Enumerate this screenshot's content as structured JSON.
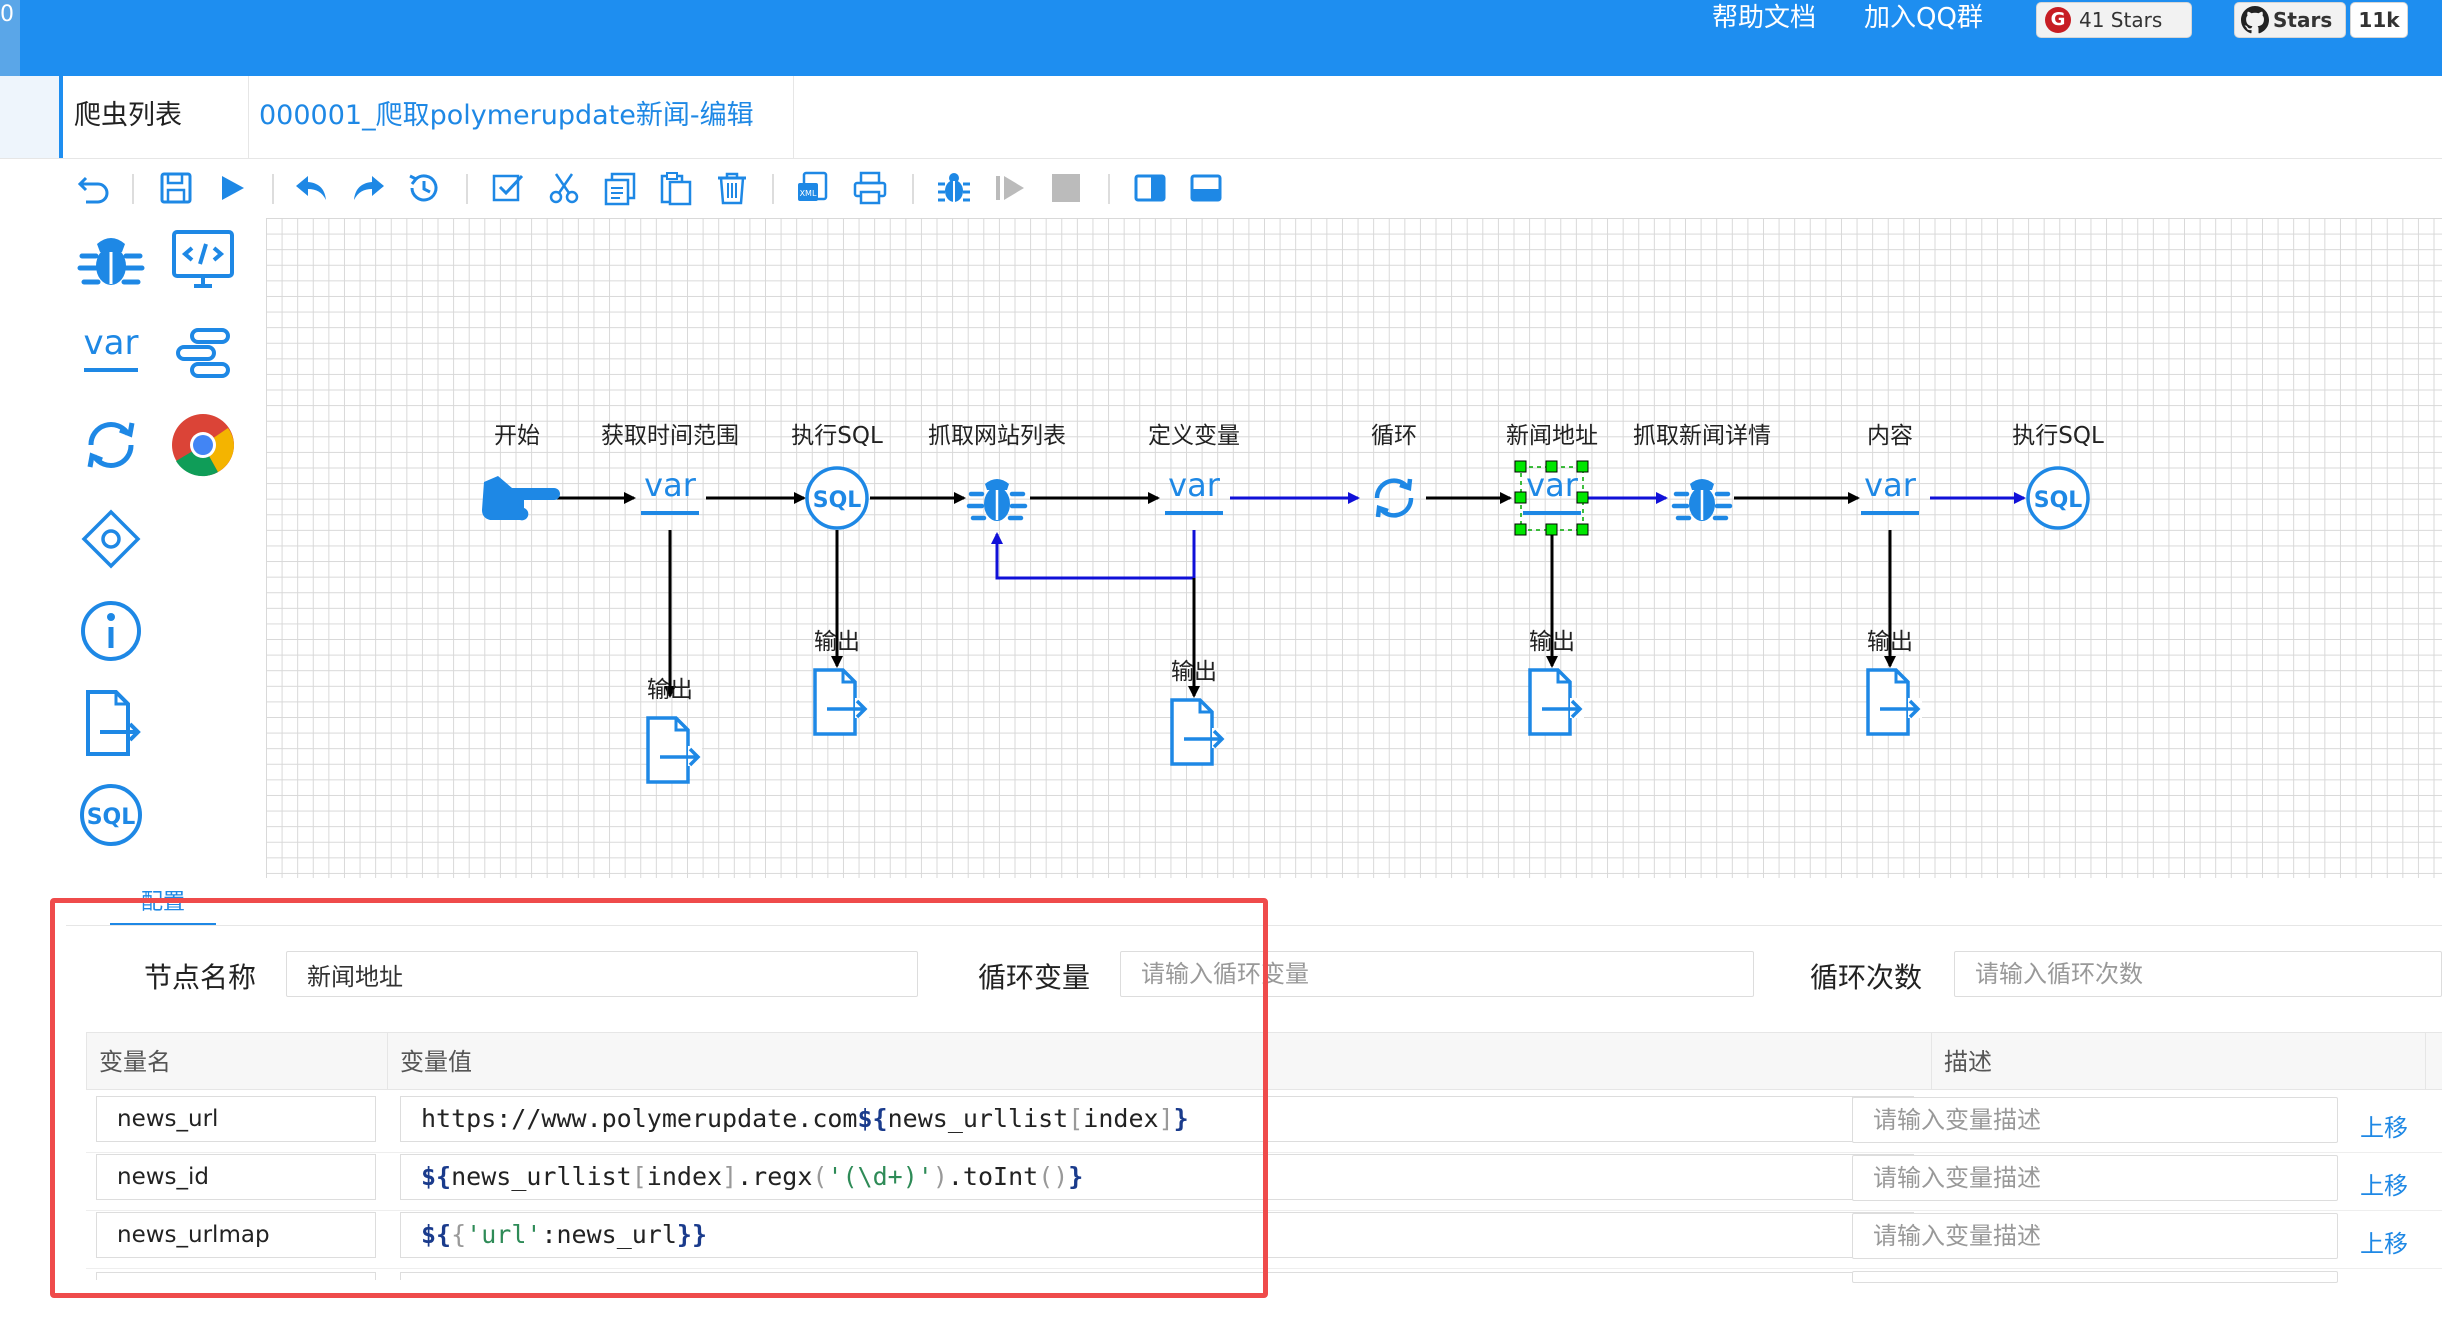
{
  "header": {
    "corner_text": "0",
    "help_docs": "帮助文档",
    "join_qq": "加入QQ群",
    "gitee_stars": "41 Stars",
    "github_label": "Stars",
    "github_count": "11k",
    "brand_color": "#1e8ef0"
  },
  "tabs": {
    "list": "爬虫列表",
    "edit": "000001_爬取polymerupdate新闻-编辑"
  },
  "toolbar": {
    "buttons": [
      "undo-icon",
      "save-icon",
      "run-icon",
      "undo-arrow-icon",
      "redo-arrow-icon",
      "history-icon",
      "select-all-icon",
      "cut-icon",
      "copy-icon",
      "paste-icon",
      "delete-icon",
      "import-icon",
      "print-icon",
      "debug-icon",
      "resume-icon",
      "stop-icon",
      "split-vertical-icon",
      "split-horizontal-icon"
    ]
  },
  "palette": {
    "items": [
      "spider-icon",
      "code-icon",
      "var-icon",
      "link-icon",
      "loop-icon",
      "chrome-icon",
      "condition-icon",
      "info-icon",
      "output-icon",
      "sql-icon"
    ],
    "var_text": "var",
    "sql_text": "SQL"
  },
  "flow": {
    "nodes": [
      {
        "label": "开始"
      },
      {
        "label": "获取时间范围"
      },
      {
        "label": "执行SQL"
      },
      {
        "label": "抓取网站列表"
      },
      {
        "label": "定义变量"
      },
      {
        "label": "循环"
      },
      {
        "label": "新闻地址"
      },
      {
        "label": "抓取新闻详情"
      },
      {
        "label": "内容"
      },
      {
        "label": "执行SQL"
      }
    ],
    "output_label": "输出",
    "var_text": "var",
    "sql_text": "SQL"
  },
  "config": {
    "tab_label": "配置",
    "node_name_label": "节点名称",
    "node_name_value": "新闻地址",
    "loop_var_label": "循环变量",
    "loop_var_placeholder": "请输入循环变量",
    "loop_count_label": "循环次数",
    "loop_count_placeholder": "请输入循环次数",
    "columns": {
      "name": "变量名",
      "value": "变量值",
      "desc": "描述"
    },
    "desc_placeholder": "请输入变量描述",
    "up_label": "上移",
    "rows": [
      {
        "name": "news_url"
      },
      {
        "name": "news_id"
      },
      {
        "name": "news_urlmap"
      }
    ],
    "highlight_color": "#ef4b4b"
  }
}
